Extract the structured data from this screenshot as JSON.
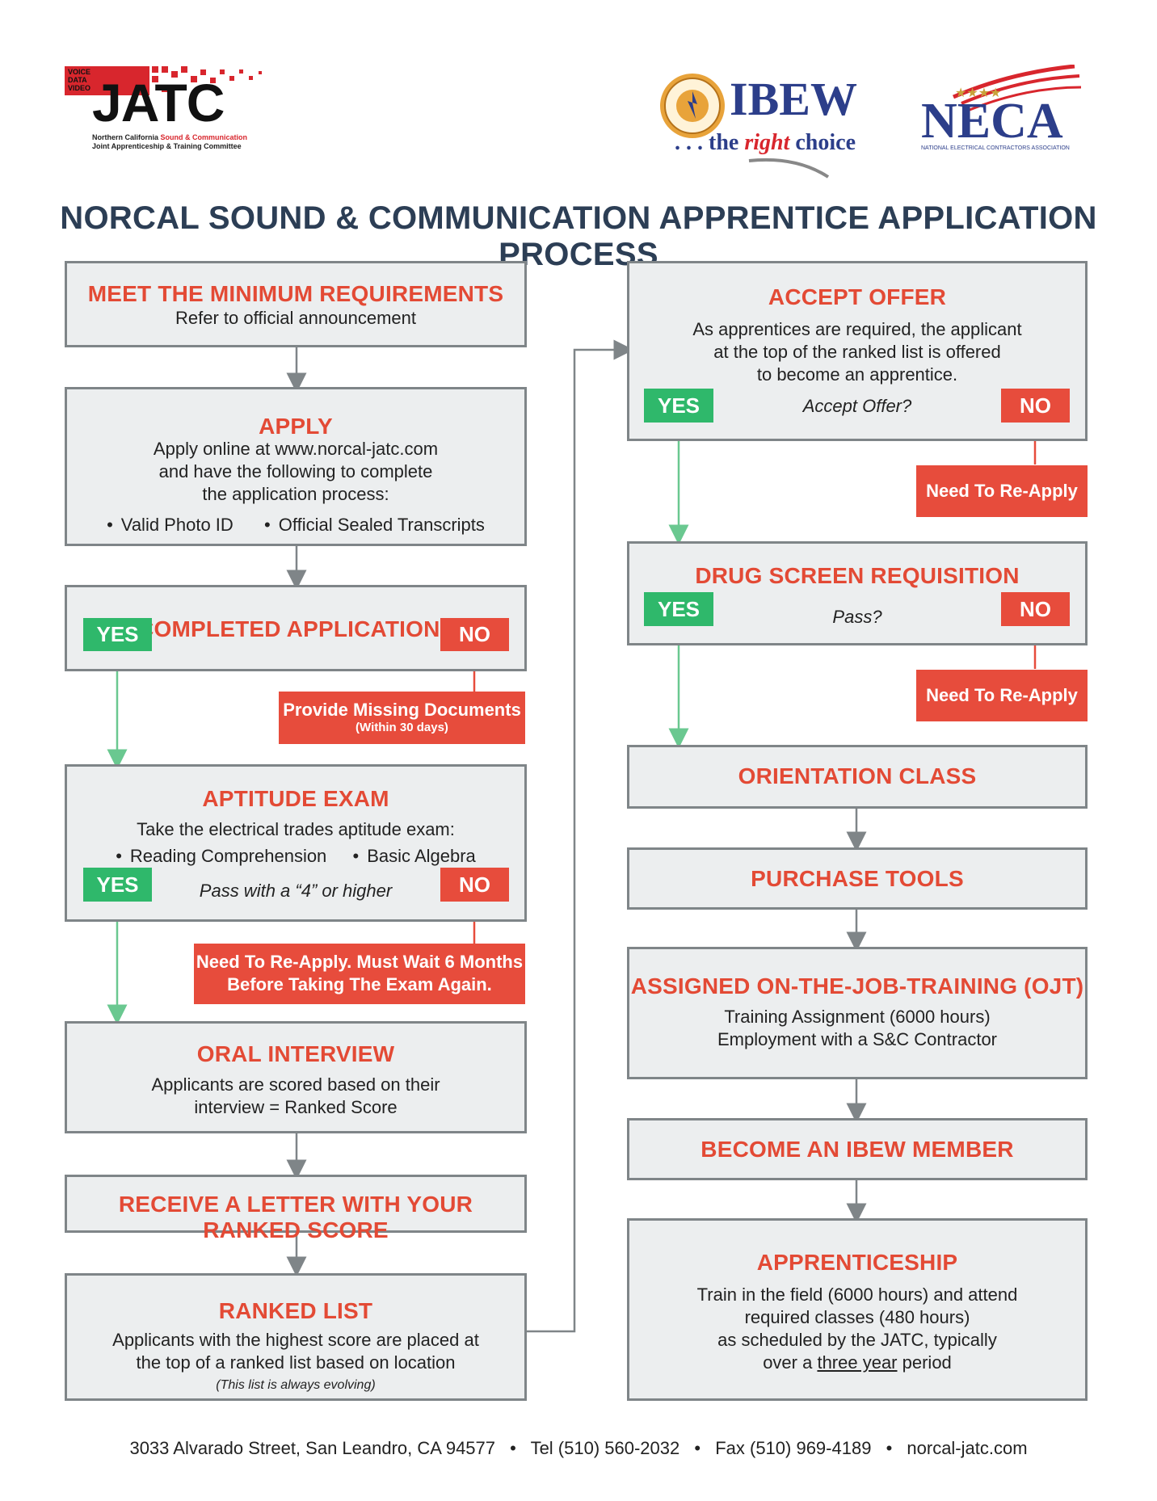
{
  "logos": {
    "jatc": {
      "mark": "JATC",
      "tag_lines": [
        "VOICE",
        "DATA",
        "VIDEO"
      ],
      "sub_line1_prefix": "Northern California ",
      "sub_line1_highlight": "Sound & Communication",
      "sub_line2": "Joint Apprenticeship & Training Committee"
    },
    "ibew": {
      "mark": "IBEW",
      "tagline_prefix": ". . . the ",
      "tagline_highlight": "right",
      "tagline_suffix": " choice"
    },
    "neca": {
      "mark": "NECA",
      "sub": "NATIONAL ELECTRICAL CONTRACTORS ASSOCIATION"
    }
  },
  "title": "NORCAL SOUND & COMMUNICATION APPRENTICE APPLICATION PROCESS",
  "left": {
    "min_req": {
      "title": "MEET THE MINIMUM REQUIREMENTS",
      "text": "Refer to official announcement"
    },
    "apply": {
      "title": "APPLY",
      "lines": [
        "Apply online at www.norcal-jatc.com",
        "and have the following to complete",
        "the application process:"
      ],
      "bullets": [
        "Valid Photo ID",
        "Official Sealed Transcripts"
      ]
    },
    "completed": {
      "title": "COMPLETED APPLICATION?",
      "yes": "YES",
      "no": "NO"
    },
    "missing": {
      "title": "Provide Missing Documents",
      "sub": "(Within 30 days)"
    },
    "exam": {
      "title": "APTITUDE EXAM",
      "line": "Take the electrical trades aptitude exam:",
      "bullets": [
        "Reading Comprehension",
        "Basic Algebra"
      ],
      "question": "Pass with a “4” or higher",
      "yes": "YES",
      "no": "NO"
    },
    "exam_fail": {
      "line1": "Need To Re-Apply. Must Wait 6 Months",
      "line2": "Before Taking The Exam Again."
    },
    "interview": {
      "title": "ORAL INTERVIEW",
      "lines": [
        "Applicants are scored based on their",
        "interview = Ranked Score"
      ]
    },
    "letter": {
      "title": "RECEIVE A LETTER WITH YOUR RANKED SCORE"
    },
    "ranked": {
      "title": "RANKED LIST",
      "lines": [
        "Applicants with the highest score are placed at",
        "the top of a ranked list based on location"
      ],
      "note": "(This list is always evolving)"
    }
  },
  "right": {
    "offer": {
      "title": "ACCEPT OFFER",
      "lines": [
        "As apprentices are required, the applicant",
        "at the top of the ranked list is offered",
        "to become an apprentice."
      ],
      "question": "Accept Offer?",
      "yes": "YES",
      "no": "NO"
    },
    "reapply1": "Need To Re-Apply",
    "drug": {
      "title": "DRUG SCREEN REQUISITION",
      "question": "Pass?",
      "yes": "YES",
      "no": "NO"
    },
    "reapply2": "Need To Re-Apply",
    "orientation": {
      "title": "ORIENTATION CLASS"
    },
    "tools": {
      "title": "PURCHASE TOOLS"
    },
    "ojt": {
      "title": "ASSIGNED ON-THE-JOB-TRAINING (OJT)",
      "lines": [
        "Training Assignment (6000 hours)",
        "Employment with a S&C Contractor"
      ]
    },
    "member": {
      "title": "BECOME AN IBEW MEMBER"
    },
    "apprenticeship": {
      "title": "APPRENTICESHIP",
      "lines": [
        "Train in the field (6000 hours) and attend",
        "required classes (480 hours)",
        "as scheduled by the JATC, typically"
      ],
      "last_prefix": "over a ",
      "last_underlined": "three year",
      "last_suffix": " period"
    }
  },
  "footer": {
    "address": "3033 Alvarado Street, San Leandro, CA 94577",
    "tel": "Tel (510) 560-2032",
    "fax": "Fax (510) 969-4189",
    "web": "norcal-jatc.com"
  }
}
